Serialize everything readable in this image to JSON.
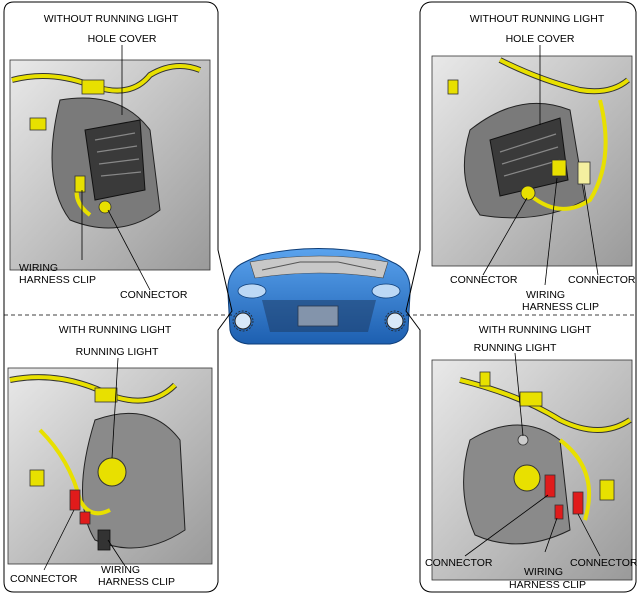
{
  "left_panel": {
    "top_title": "WITHOUT RUNNING LIGHT",
    "top_hole_cover": "HOLE COVER",
    "top_wiring_l1": "WIRING",
    "top_wiring_l2": "HARNESS CLIP",
    "top_connector": "CONNECTOR",
    "bottom_title": "WITH RUNNING LIGHT",
    "bottom_running_light": "RUNNING LIGHT",
    "bottom_connector": "CONNECTOR",
    "bottom_wiring_l1": "WIRING",
    "bottom_wiring_l2": "HARNESS CLIP"
  },
  "right_panel": {
    "top_title": "WITHOUT RUNNING LIGHT",
    "top_hole_cover": "HOLE COVER",
    "top_connector_left": "CONNECTOR",
    "top_wiring_l1": "WIRING",
    "top_wiring_l2": "HARNESS CLIP",
    "top_connector_right": "CONNECTOR",
    "bottom_title": "WITH RUNNING LIGHT",
    "bottom_running_light": "RUNNING LIGHT",
    "bottom_connector_left": "CONNECTOR",
    "bottom_wiring_l1": "WIRING",
    "bottom_wiring_l2": "HARNESS CLIP",
    "bottom_connector_right": "CONNECTOR"
  },
  "colors": {
    "harness_yellow": "#e8e000",
    "connector_red": "#e01b1b",
    "car_blue": "#2f7fd6"
  }
}
